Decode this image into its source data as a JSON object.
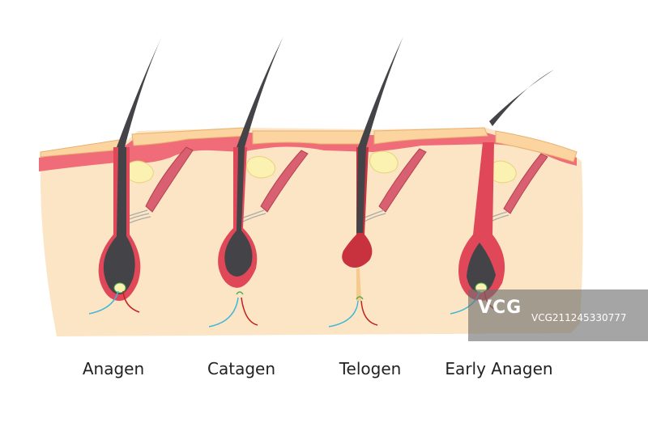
{
  "stages": [
    {
      "key": "anagen",
      "label": "Anagen"
    },
    {
      "key": "catagen",
      "label": "Catagen"
    },
    {
      "key": "telogen",
      "label": "Telogen"
    },
    {
      "key": "early_anagen",
      "label": "Early Anagen"
    }
  ],
  "watermark": {
    "logo": "VCG",
    "id": "VCG211245330777"
  },
  "colors": {
    "skin": "#fbe5c4",
    "epidermis": "#fcd4a0",
    "dermis_top": "#ef6c78",
    "follicle": "#e0485a",
    "follicle_dark": "#c8323f",
    "hair": "#444448",
    "gland": "#fbf1b0",
    "muscle": "#d86070",
    "nerve_blue": "#3fb7d9",
    "nerve_red": "#c32020"
  }
}
